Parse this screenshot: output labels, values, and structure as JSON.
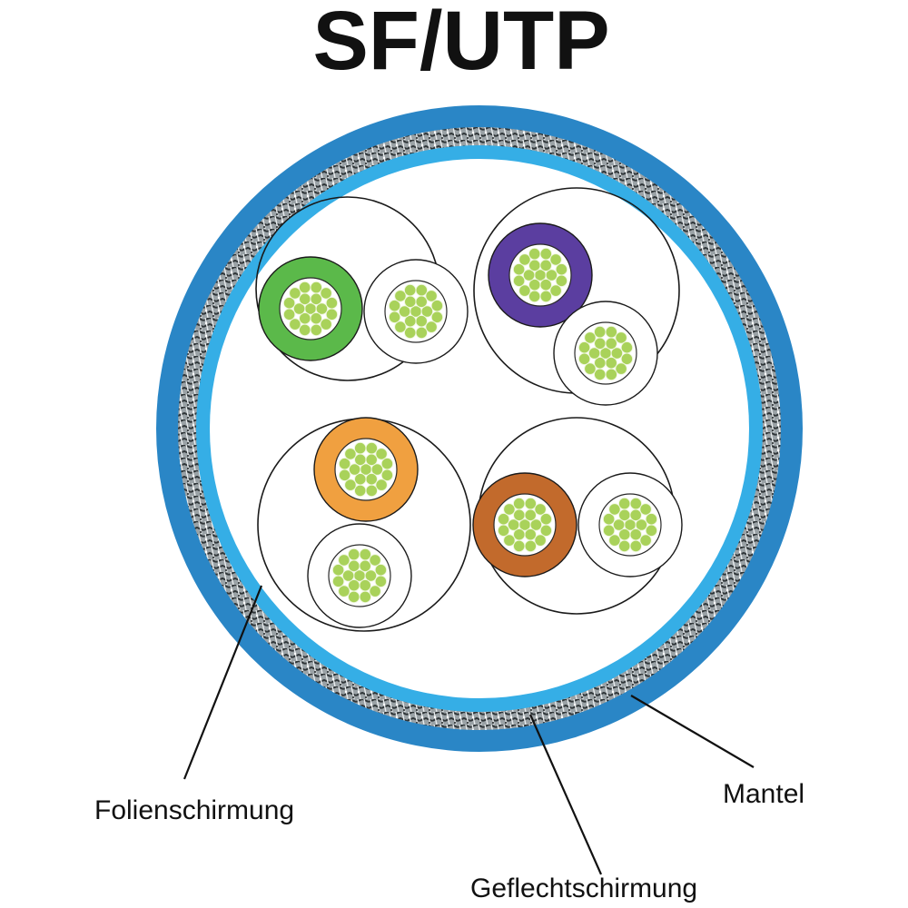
{
  "title": "SF/UTP",
  "labels": {
    "foil": "Folienschirmung",
    "jacket": "Mantel",
    "braid": "Geflechtschirmung"
  },
  "colors": {
    "jacket": "#2a86c6",
    "foil": "#35aee6",
    "core_fill": "#ffffff",
    "strand": "#a9d25a",
    "strand_edge": "#f2f8e4",
    "insulation_green": "#5bb94a",
    "insulation_purple": "#5b3ea0",
    "insulation_orange": "#f0a040",
    "insulation_brown": "#c26a2c",
    "insulation_white": "#ffffff"
  },
  "pairs": [
    {
      "name": "green-pair",
      "colored": "green"
    },
    {
      "name": "purple-pair",
      "colored": "purple"
    },
    {
      "name": "orange-pair",
      "colored": "orange"
    },
    {
      "name": "brown-pair",
      "colored": "brown"
    }
  ]
}
